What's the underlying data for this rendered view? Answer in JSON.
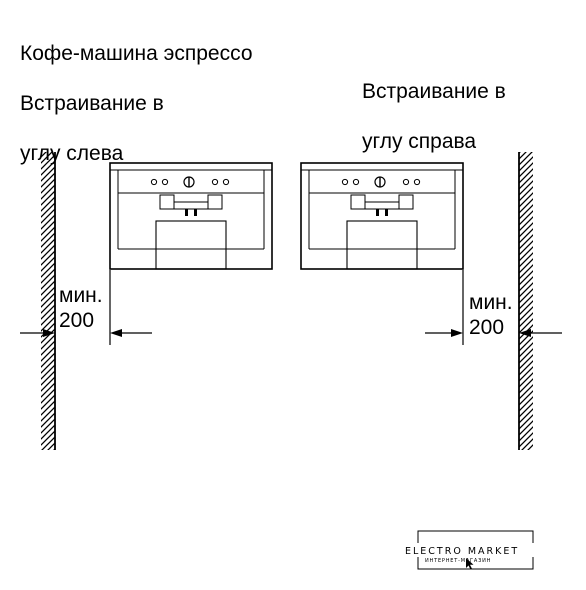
{
  "titles": {
    "left_line1": "Кофе-машина эспрессо",
    "left_line2": "Встраивание в",
    "left_line3": "углу слева",
    "right_line1": "Встраивание в",
    "right_line2": "углу справа"
  },
  "dimensions": {
    "left_label": "мин.",
    "left_value": "200",
    "right_label": "мин.",
    "right_value": "200"
  },
  "logo": {
    "name": "ELECTRO MARKET",
    "tagline": "ИНТЕРНЕТ-МАГАЗИН"
  }
}
